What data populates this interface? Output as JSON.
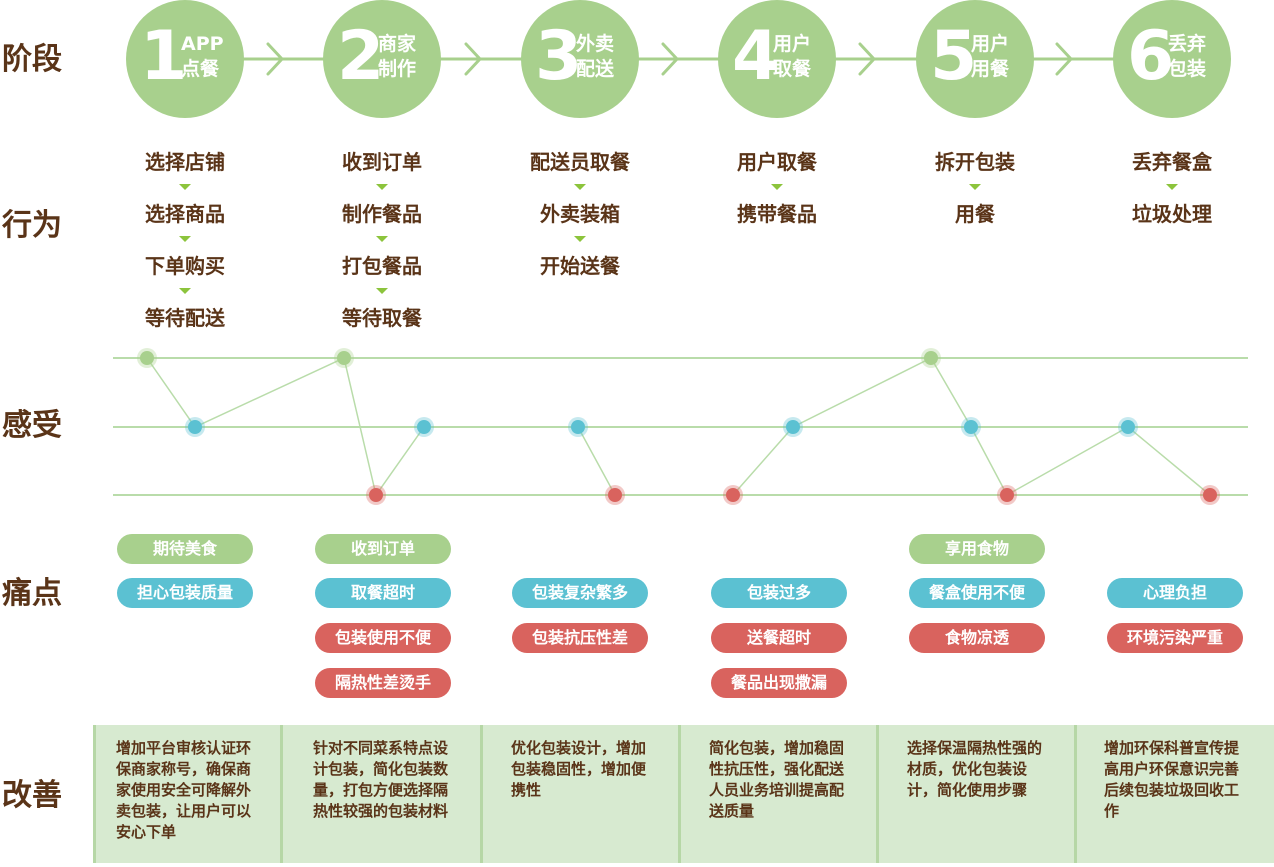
{
  "row_labels": {
    "stage": "阶段",
    "action": "行为",
    "feeling": "感受",
    "pain": "痛点",
    "improve": "改善"
  },
  "stages": [
    {
      "num": "1",
      "name": "APP 点餐"
    },
    {
      "num": "2",
      "name": "商家 制作"
    },
    {
      "num": "3",
      "name": "外卖 配送"
    },
    {
      "num": "4",
      "name": "用户 取餐"
    },
    {
      "num": "5",
      "name": "用户 用餐"
    },
    {
      "num": "6",
      "name": "丢弃 包装"
    }
  ],
  "actions": [
    [
      "选择店铺",
      "选择商品",
      "下单购买",
      "等待配送"
    ],
    [
      "收到订单",
      "制作餐品",
      "打包餐品",
      "等待取餐"
    ],
    [
      "配送员取餐",
      "外卖装箱",
      "开始送餐"
    ],
    [
      "用户取餐",
      "携带餐品"
    ],
    [
      "拆开包装",
      "用餐"
    ],
    [
      "丢弃餐盒",
      "垃圾处理"
    ]
  ],
  "feeling_levels": [
    "good",
    "mid",
    "bad"
  ],
  "feeling_points": [
    {
      "stage": 1,
      "level": "good"
    },
    {
      "stage": 1,
      "level": "mid"
    },
    {
      "stage": 2,
      "level": "good"
    },
    {
      "stage": 2,
      "level": "bad"
    },
    {
      "stage": 2,
      "level": "mid"
    },
    {
      "stage": 3,
      "level": "mid"
    },
    {
      "stage": 3,
      "level": "bad"
    },
    {
      "stage": 4,
      "level": "bad"
    },
    {
      "stage": 4,
      "level": "mid"
    },
    {
      "stage": 5,
      "level": "good"
    },
    {
      "stage": 5,
      "level": "mid"
    },
    {
      "stage": 5,
      "level": "bad"
    },
    {
      "stage": 6,
      "level": "mid"
    },
    {
      "stage": 6,
      "level": "bad"
    }
  ],
  "pain_points": [
    [
      {
        "text": "期待美食",
        "level": "good"
      },
      {
        "text": "担心包装质量",
        "level": "mid"
      }
    ],
    [
      {
        "text": "收到订单",
        "level": "good"
      },
      {
        "text": "取餐超时",
        "level": "mid"
      },
      {
        "text": "包装使用不便",
        "level": "bad"
      },
      {
        "text": "隔热性差烫手",
        "level": "bad"
      }
    ],
    [
      {
        "text": "包装复杂繁多",
        "level": "mid"
      },
      {
        "text": "包装抗压性差",
        "level": "bad"
      }
    ],
    [
      {
        "text": "包装过多",
        "level": "mid"
      },
      {
        "text": "送餐超时",
        "level": "bad"
      },
      {
        "text": "餐品出现撒漏",
        "level": "bad"
      }
    ],
    [
      {
        "text": "享用食物",
        "level": "good"
      },
      {
        "text": "餐盒使用不便",
        "level": "mid"
      },
      {
        "text": "食物凉透",
        "level": "bad"
      }
    ],
    [
      {
        "text": "心理负担",
        "level": "mid"
      },
      {
        "text": "环境污染严重",
        "level": "bad"
      }
    ]
  ],
  "improvements": [
    "增加平台审核认证环保商家称号，确保商家使用安全可降解外卖包装，让用户可以安心下单",
    "针对不同菜系特点设计包装，简化包装数量，打包方便选择隔热性较强的包装材料",
    "优化包装设计，增加包装稳固性，增加便携性",
    "简化包装，增加稳固性抗压性，强化配送人员业务培训提高配送质量",
    "选择保温隔热性强的材质，优化包装设计，简化使用步骤",
    "增加环保科普宣传提高用户环保意识完善后续包装垃圾回收工作"
  ],
  "colors": {
    "stage": "#a8d08d",
    "good": "#a8d08d",
    "mid": "#5bc1d2",
    "bad": "#d9635e",
    "text": "#5a3418",
    "improve_bg": "#d7ead0"
  }
}
